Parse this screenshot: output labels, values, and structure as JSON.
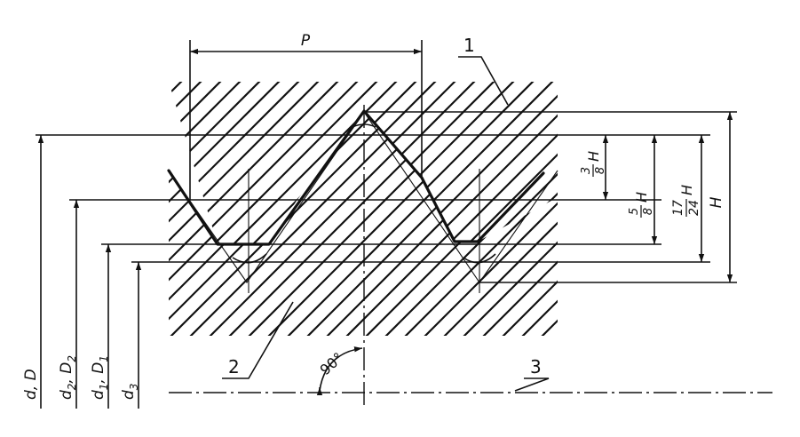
{
  "labels": {
    "pitch": "P",
    "part_nut": "1",
    "part_bolt": "2",
    "axis": "3",
    "angle": "90°",
    "height": "H",
    "frac_3_8": {
      "num": "3",
      "den": "8",
      "unit": "H"
    },
    "frac_5_8": {
      "num": "5",
      "den": "8",
      "unit": "H"
    },
    "frac_17_24": {
      "num": "17",
      "den": "24",
      "unit": "H"
    },
    "dims": [
      {
        "base": "d, D",
        "sub": ""
      },
      {
        "base": "d",
        "sub": "2",
        "mid": ", D",
        "sub2": "2"
      },
      {
        "base": "d",
        "sub": "1",
        "mid": ", D",
        "sub2": "1"
      },
      {
        "base": "d",
        "sub": "3",
        "mid": "",
        "sub2": ""
      }
    ]
  }
}
